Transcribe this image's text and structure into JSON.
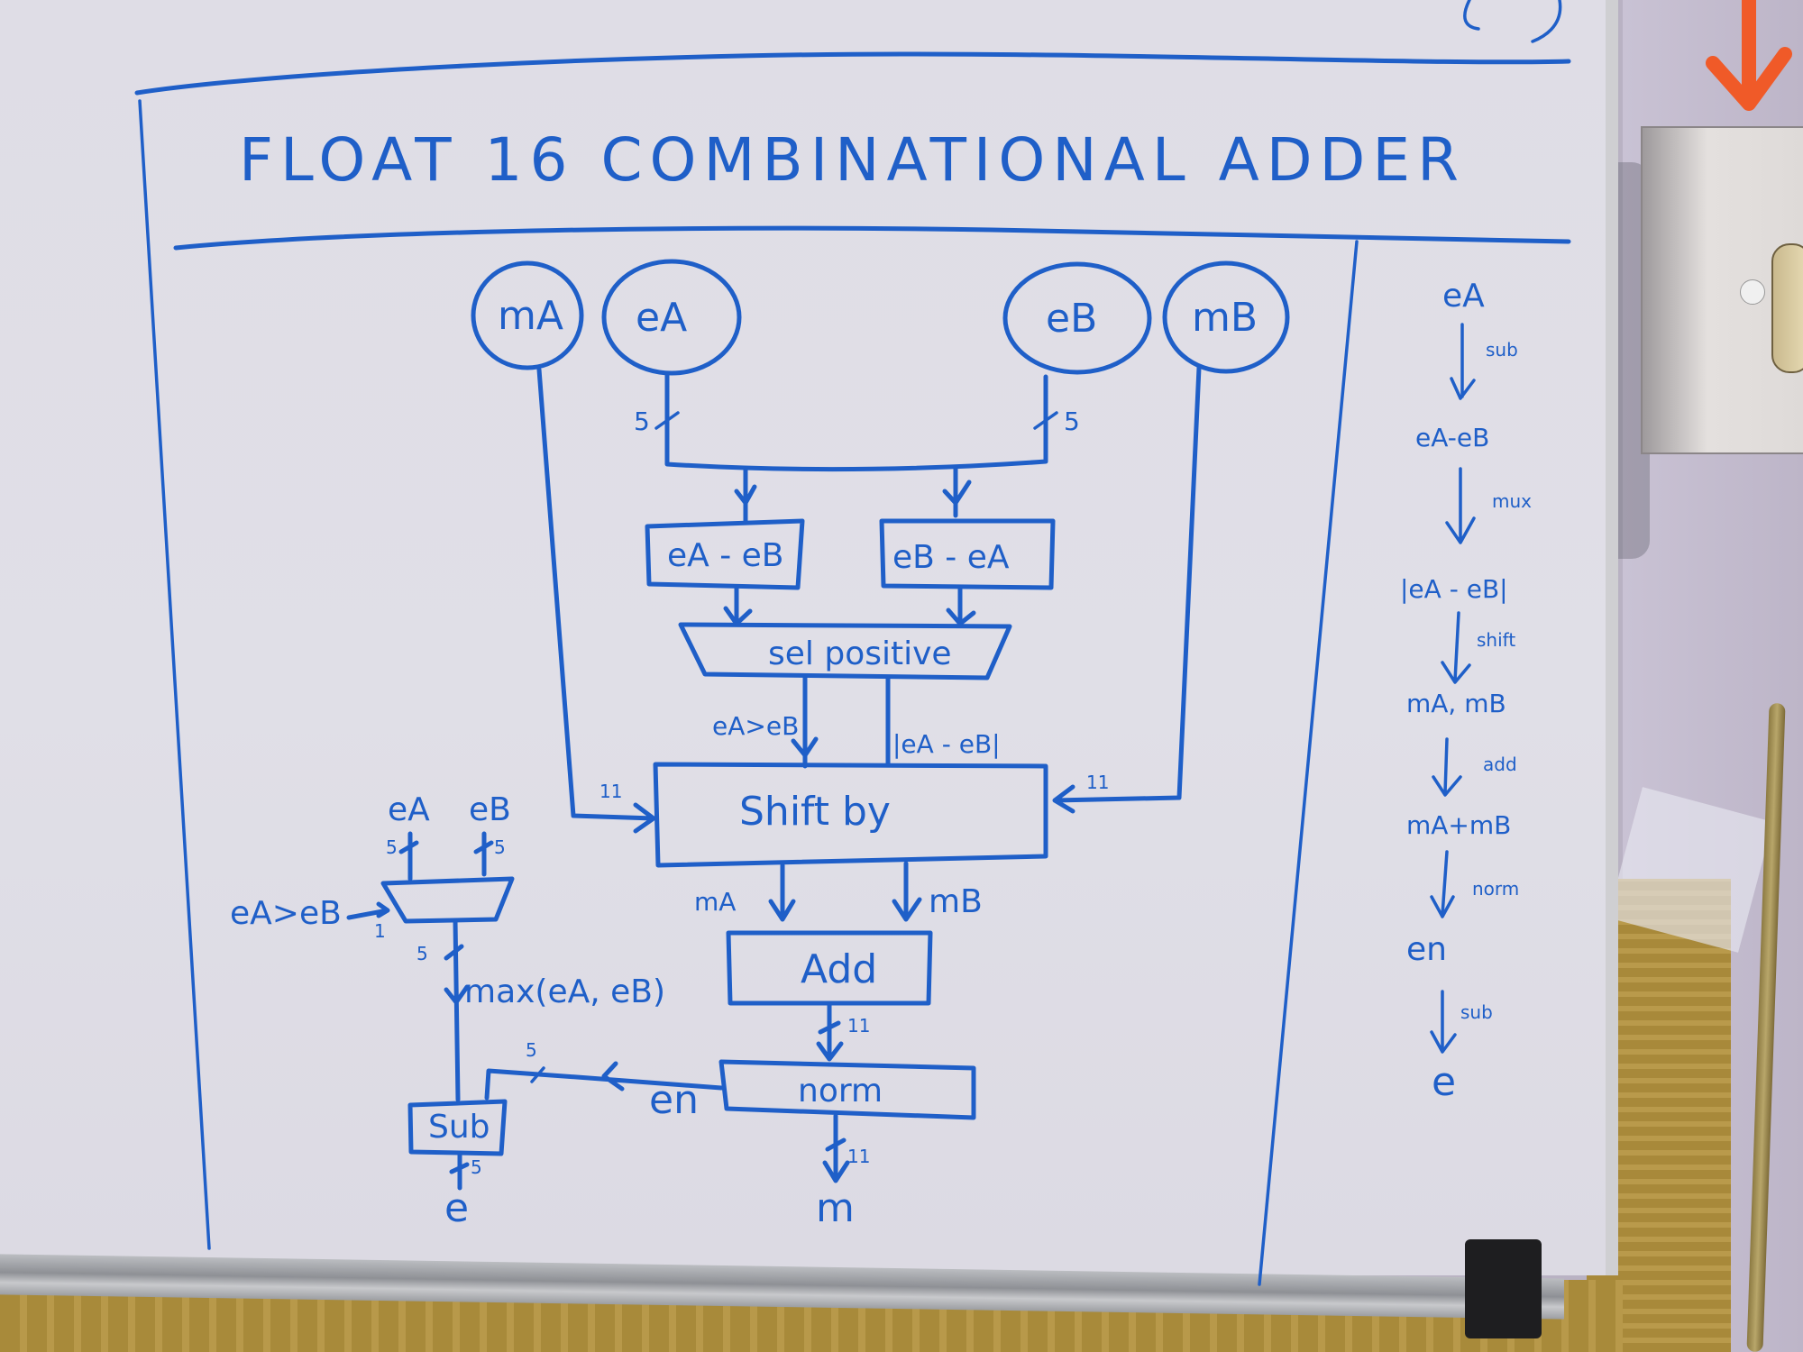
{
  "whiteboard": {
    "title": "FLOAT 16   COMBINATIONAL ADDER",
    "ink_color": "#1f5fc8"
  },
  "diagram": {
    "inputs": {
      "mA": "mA",
      "eA": "eA",
      "eB": "eB",
      "mB": "mB"
    },
    "bus_width_labels": {
      "eA_width": "5",
      "eB_width": "5",
      "mA_width": "11",
      "mB_width": "11",
      "add_out_width": "11",
      "norm_out_width": "11",
      "en_width": "5",
      "mux_eA_width": "5",
      "mux_eB_width": "5",
      "mux_sel_width": "1",
      "mux_out_width": "5",
      "sub_out_width": "5"
    },
    "blocks": {
      "sub_a": "eA - eB",
      "sub_b": "eB - eA",
      "select": "sel positive",
      "shift": "Shift by",
      "add": "Add",
      "norm": "norm",
      "sub_final": "Sub"
    },
    "signals": {
      "compare": "eA>eB",
      "abs_diff": "|eA - eB|",
      "shift_out_a": "mA",
      "shift_out_b": "mB",
      "norm_exp": "en",
      "mux_in_a": "eA",
      "mux_in_b": "eB",
      "mux_sel": "eA>eB",
      "mux_out": "max(eA, eB)",
      "out_exp": "e",
      "out_mantissa": "m"
    },
    "side_flow": [
      {
        "value": "eA",
        "op": "sub"
      },
      {
        "value": "eA-eB",
        "op": "mux"
      },
      {
        "value": "|eA - eB|",
        "op": "shift"
      },
      {
        "value": "mA, mB",
        "op": "add"
      },
      {
        "value": "mA+mB",
        "op": "norm"
      },
      {
        "value": "en",
        "op": "sub"
      },
      {
        "value": "e",
        "op": ""
      }
    ]
  }
}
